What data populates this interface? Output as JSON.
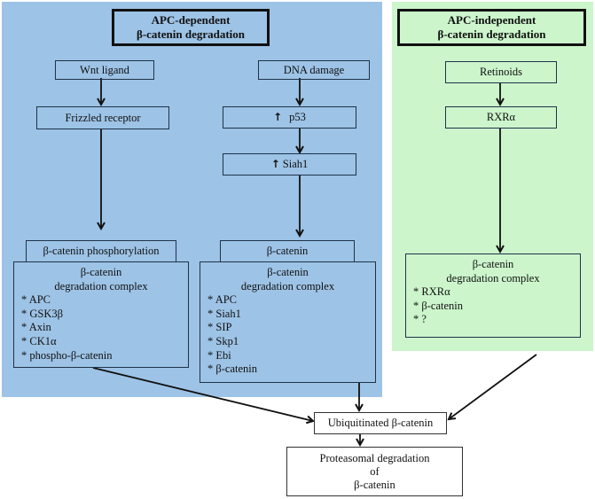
{
  "panels": {
    "apc_dependent": {
      "title_line1": "APC-dependent",
      "title_line2": "β-catenin degradation",
      "color": "#9dc3e6",
      "wnt_branch": {
        "start": "Wnt ligand",
        "receptor": "Frizzled receptor",
        "event": "β-catenin phosphorylation",
        "complex_head_line1": "β-catenin",
        "complex_head_line2": "degradation complex",
        "complex_items": [
          "APC",
          "GSK3β",
          "Axin",
          "CK1α",
          "phospho-β-catenin"
        ]
      },
      "dna_branch": {
        "start": "DNA damage",
        "p53": "p53",
        "siah1": "Siah1",
        "up_arrow": "↑",
        "event": "β-catenin",
        "complex_head_line1": "β-catenin",
        "complex_head_line2": "degradation complex",
        "complex_items": [
          "APC",
          "Siah1",
          "SIP",
          "Skp1",
          "Ebi",
          "β-catenin"
        ]
      }
    },
    "apc_independent": {
      "title_line1": "APC-independent",
      "title_line2": "β-catenin degradation",
      "color": "#ccf5cc",
      "start": "Retinoids",
      "receptor": "RXRα",
      "complex_head_line1": "β-catenin",
      "complex_head_line2": "degradation complex",
      "complex_items": [
        "RXRα",
        "β-catenin",
        "?"
      ]
    }
  },
  "outputs": {
    "ubiquitinated": "Ubiquitinated β-catenin",
    "proteasomal_line1": "Proteasomal degradation",
    "proteasomal_line2": "of",
    "proteasomal_line3": "β-catenin"
  }
}
